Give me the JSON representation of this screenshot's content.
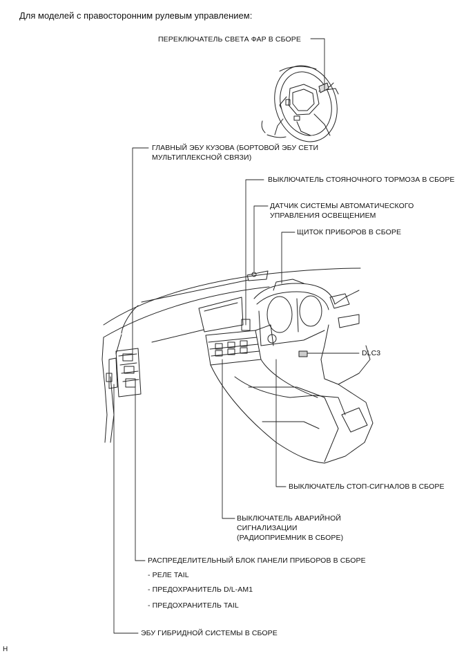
{
  "heading": "Для моделей с правосторонним рулевым управлением:",
  "labels": {
    "headlight_switch": "ПЕРЕКЛЮЧАТЕЛЬ СВЕТА ФАР В СБОРЕ",
    "main_body_ecu_1": "ГЛАВНЫЙ ЭБУ КУЗОВА (БОРТОВОЙ ЭБУ СЕТИ",
    "main_body_ecu_2": "МУЛЬТИПЛЕКСНОЙ СВЯЗИ)",
    "parking_brake_switch": "ВЫКЛЮЧАТЕЛЬ СТОЯНОЧНОГО ТОРМОЗА В СБОРЕ",
    "light_sensor_1": "ДАТЧИК СИСТЕМЫ АВТОМАТИЧЕСКОГО",
    "light_sensor_2": "УПРАВЛЕНИЯ ОСВЕЩЕНИЕМ",
    "combination_meter": "ЩИТОК ПРИБОРОВ В СБОРЕ",
    "dlc3": "DLC3",
    "stop_light_switch": "ВЫКЛЮЧАТЕЛЬ СТОП-СИГНАЛОВ В СБОРЕ",
    "hazard_switch_1": "ВЫКЛЮЧАТЕЛЬ АВАРИЙНОЙ",
    "hazard_switch_2": "СИГНАЛИЗАЦИИ",
    "hazard_switch_3": "(РАДИОПРИЕМНИК В СБОРЕ)",
    "junction_block": "РАСПРЕДЕЛИТЕЛЬНЫЙ БЛОК ПАНЕЛИ ПРИБОРОВ В СБОРЕ",
    "tail_relay": "- РЕЛЕ TAIL",
    "fuse_dl_am1": "- ПРЕДОХРАНИТЕЛЬ D/L-AM1",
    "fuse_tail": "- ПРЕДОХРАНИТЕЛЬ TAIL",
    "hybrid_ecu": "ЭБУ ГИБРИДНОЙ СИСТЕМЫ В СБОРЕ"
  },
  "corner_mark": "H"
}
